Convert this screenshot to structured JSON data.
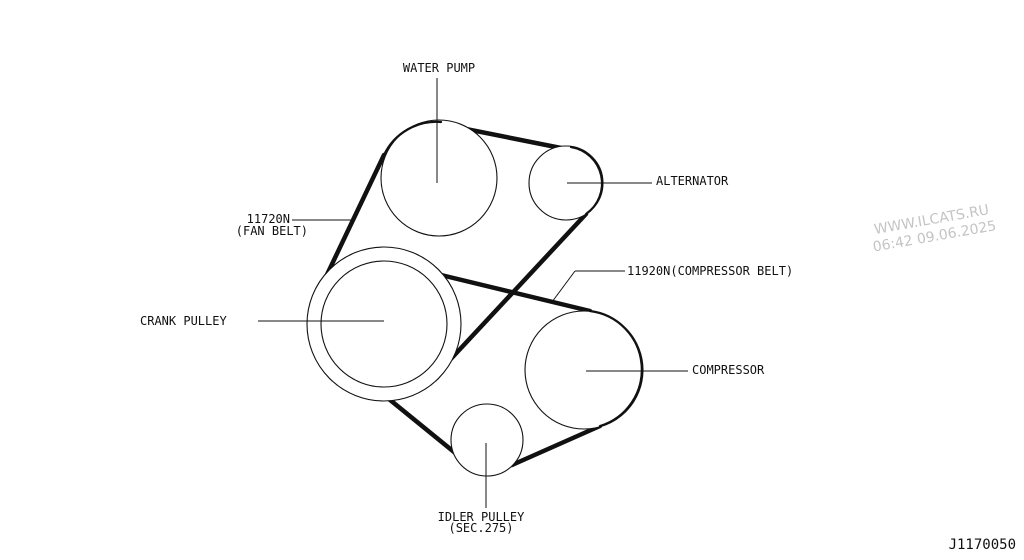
{
  "labels": {
    "water_pump": "WATER PUMP",
    "alternator": "ALTERNATOR",
    "fan_belt_number": "11720N",
    "fan_belt_name": "(FAN BELT)",
    "compressor_belt": "11920N(COMPRESSOR BELT)",
    "crank_pulley": "CRANK PULLEY",
    "compressor": "COMPRESSOR",
    "idler_pulley": "IDLER PULLEY",
    "idler_section": "(SEC.275)"
  },
  "watermark": {
    "line1": "WWW.ILCATS.RU",
    "line2": "06:42 09.06.2025"
  },
  "figure_id": "J1170050",
  "colors": {
    "ink": "#111111",
    "watermark": "#c4c4c4",
    "background": "#ffffff"
  }
}
